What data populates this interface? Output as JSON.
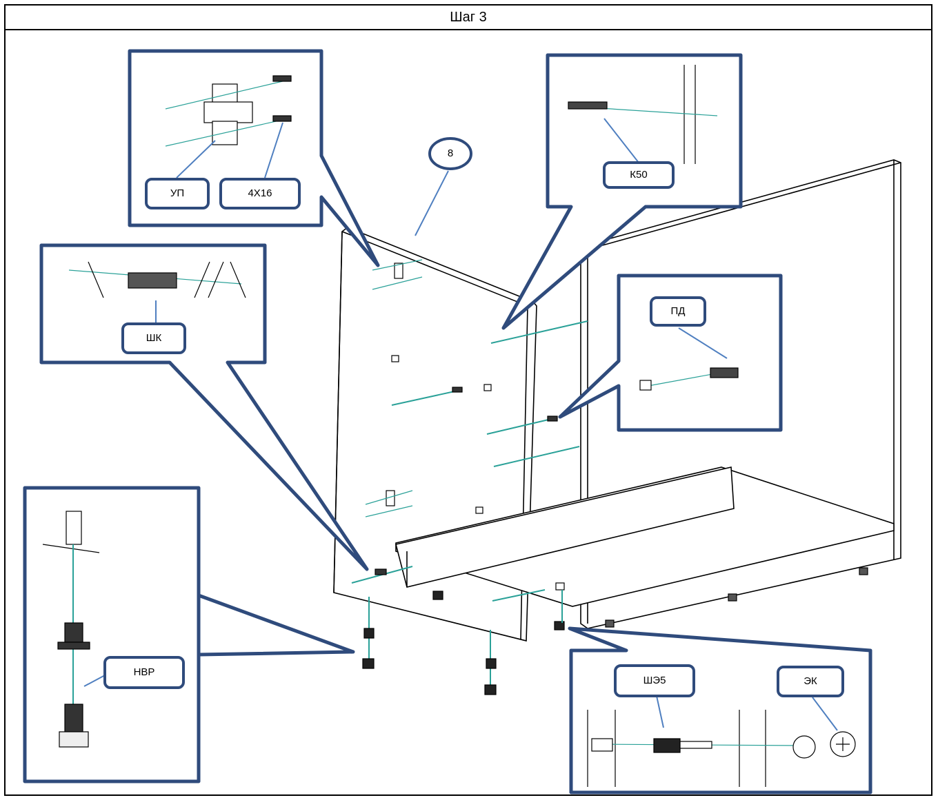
{
  "title": "Шаг 3",
  "labels": {
    "up": "УП",
    "screw_4x16": "4Х16",
    "k50": "К50",
    "shk": "ШК",
    "pd": "ПД",
    "nvr": "НВР",
    "she5": "ШЭ5",
    "ek": "ЭК",
    "part_8": "8"
  },
  "colors": {
    "callout_border": "#2f4b7c",
    "arrow": "#4f7fc0",
    "hardware_line": "#2aa198",
    "outline": "#000000"
  }
}
